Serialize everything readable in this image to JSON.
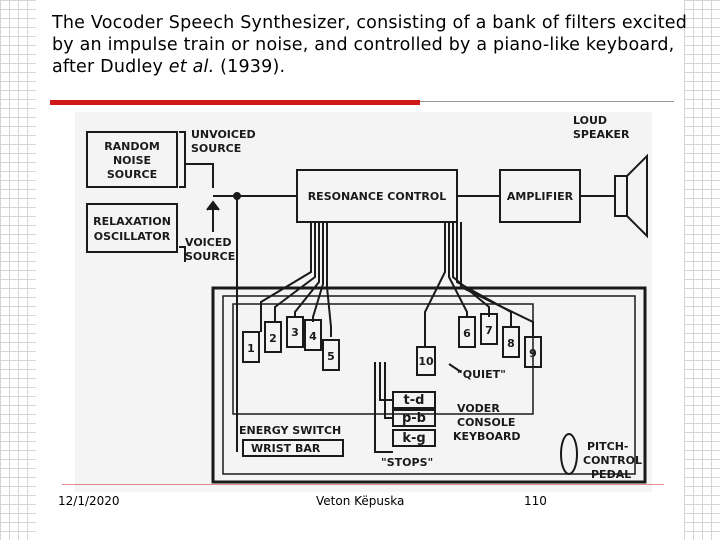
{
  "title": {
    "part1": "The Vocoder Speech Synthesizer, consisting of a bank of filters excited by an impulse train or noise, and controlled by a piano-like keyboard, after Dudley ",
    "italic": "et al.",
    "part2": " (1939)."
  },
  "figure": {
    "random_noise": [
      "RANDOM",
      "NOISE",
      "SOURCE"
    ],
    "relaxation": [
      "RELAXATION",
      "OSCILLATOR"
    ],
    "unvoiced": [
      "UNVOICED",
      "SOURCE"
    ],
    "voiced": [
      "VOICED",
      "SOURCE"
    ],
    "resonance": "RESONANCE CONTROL",
    "amplifier": "AMPLIFIER",
    "loudspeaker": [
      "LOUD",
      "SPEAKER"
    ],
    "keys_left": [
      "1",
      "2",
      "3",
      "4",
      "5"
    ],
    "keys_right": [
      "6",
      "7",
      "8",
      "9",
      "10"
    ],
    "quiet": "\"QUIET\"",
    "stops": [
      "t-d",
      "p-b",
      "k-g"
    ],
    "stops_label": "\"STOPS\"",
    "energy_switch": "ENERGY SWITCH",
    "wrist_bar": "WRIST BAR",
    "voder": [
      "VODER",
      "CONSOLE",
      "KEYBOARD"
    ],
    "pitch": [
      "PITCH-",
      "CONTROL",
      "PEDAL"
    ]
  },
  "footer": {
    "date": "12/1/2020",
    "author": "Veton Këpuska",
    "page": "110"
  }
}
